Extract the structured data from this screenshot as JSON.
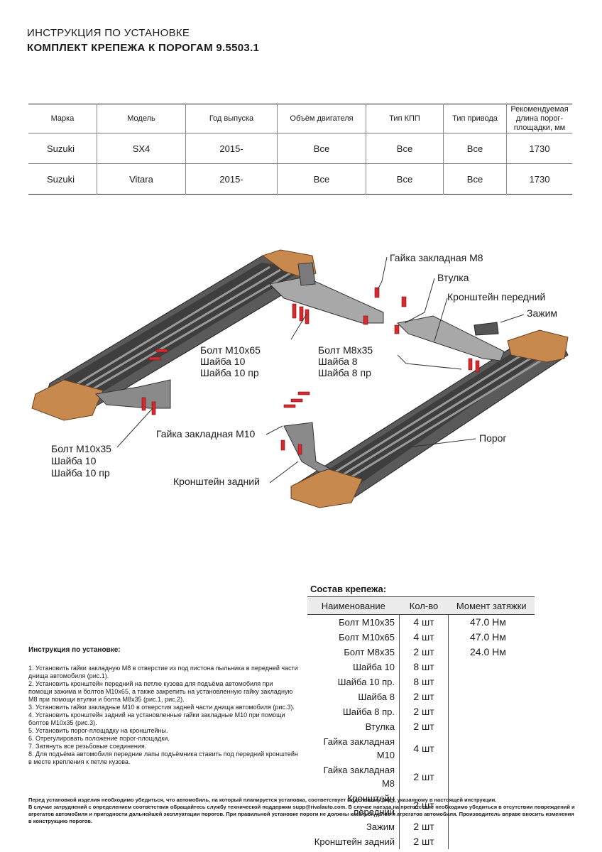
{
  "header": {
    "title": "ИНСТРУКЦИЯ ПО УСТАНОВКЕ",
    "subtitle": "КОМПЛЕКТ КРЕПЕЖА К ПОРОГАМ 9.5503.1"
  },
  "vehicle_table": {
    "headers": [
      "Марка",
      "Модель",
      "Год выпуска",
      "Объём двигателя",
      "Тип КПП",
      "Тип привода",
      "Рекомендуемая длина порог-площадки, мм"
    ],
    "rows": [
      [
        "Suzuki",
        "SX4",
        "2015-",
        "Все",
        "Все",
        "Все",
        "1730"
      ],
      [
        "Suzuki",
        "Vitara",
        "2015-",
        "Все",
        "Все",
        "Все",
        "1730"
      ]
    ]
  },
  "diagram_labels": {
    "nut_m8": "Гайка закладная М8",
    "bushing": "Втулка",
    "bracket_front": "Кронштейн передний",
    "clamp": "Зажим",
    "bolt_m10x65": "Болт М10х65",
    "washer_10_a": "Шайба 10",
    "washer_10pr_a": "Шайба 10 пр",
    "bolt_m8x35": "Болт М8х35",
    "washer_8": "Шайба 8",
    "washer_8pr": "Шайба 8 пр",
    "nut_m10": "Гайка закладная М10",
    "bolt_m10x35": "Болт М10х35",
    "washer_10_b": "Шайба 10",
    "washer_10pr_b": "Шайба 10 пр",
    "sill": "Порог",
    "bracket_rear": "Кронштейн задний"
  },
  "parts": {
    "title": "Состав крепежа:",
    "headers": [
      "Наименование",
      "Кол-во",
      "Момент затяжки"
    ],
    "rows": [
      [
        "Болт М10х35",
        "4 шт",
        "47.0 Нм"
      ],
      [
        "Болт М10х65",
        "4 шт",
        "47.0 Нм"
      ],
      [
        "Болт М8х35",
        "2 шт",
        "24.0 Нм"
      ],
      [
        "Шайба 10",
        "8 шт",
        ""
      ],
      [
        "Шайба 10 пр.",
        "8 шт",
        ""
      ],
      [
        "Шайба 8",
        "2 шт",
        ""
      ],
      [
        "Шайба 8 пр.",
        "2 шт",
        ""
      ],
      [
        "Втулка",
        "2 шт",
        ""
      ],
      [
        "Гайка закладная М10",
        "4 шт",
        ""
      ],
      [
        "Гайка закладная М8",
        "2 шт",
        ""
      ],
      [
        "Кронштейн передний",
        "2 шт",
        ""
      ],
      [
        "Зажим",
        "2 шт",
        ""
      ],
      [
        "Кронштейн задний",
        "2 шт",
        ""
      ]
    ]
  },
  "instructions": {
    "title": "Инструкция по установке:",
    "steps": [
      "1. Установить гайки закладную М8 в отверстие из под пистона пыльника в передней части днища автомобиля (рис.1).",
      "2. Установить кронштейн передний на петлю кузова для подъёма автомобиля при помощи зажима и болтов М10х65, а также закрепить на установленную гайку закладную М8 при помощи втулки и болта М8х35 (рис.1, рис.2).",
      "3. Установить гайки закладные М10 в отверстия задней части днища автомобиля (рис.3).",
      "4. Установить кронштейн задний на установленные гайки закладные М10 при помощи болтов М10х35 (рис.3).",
      "5. Установить порог-площадку на кронштейны.",
      "6. Отрегулировать положение порог-площадки.",
      "7. Затянуть все резьбовые соединения.",
      "8. Для подъёма автомобиля передние лапы подъёмника ставить под передний кронштейн в месте крепления к петле кузова."
    ]
  },
  "footer": {
    "lines": [
      "Перед установкой изделия необходимо убедиться, что автомобиль, на который планируется установка, соответствует модельному ряду, указанному в настоящей инструкции.",
      "В случае затруднений с определением соответствия обращайтесь службу технической поддержки supp@rivalauto.com. В случае наезда на препятствие необходимо убедиться в отсутствии повреждений и агрегатов автомобиля и пригодности дальнейшей эксплуатации порогов. При правильной установке пороги не должны касаться узлов и агрегатов автомобиля. Производитель вправе вносить изменения в конструкцию порогов."
    ]
  },
  "colors": {
    "cap_orange": "#c8894e",
    "fastener_red": "#d42a30",
    "bracket_gray": "#9a9a9a",
    "step_dark": "#4a4a4a"
  }
}
